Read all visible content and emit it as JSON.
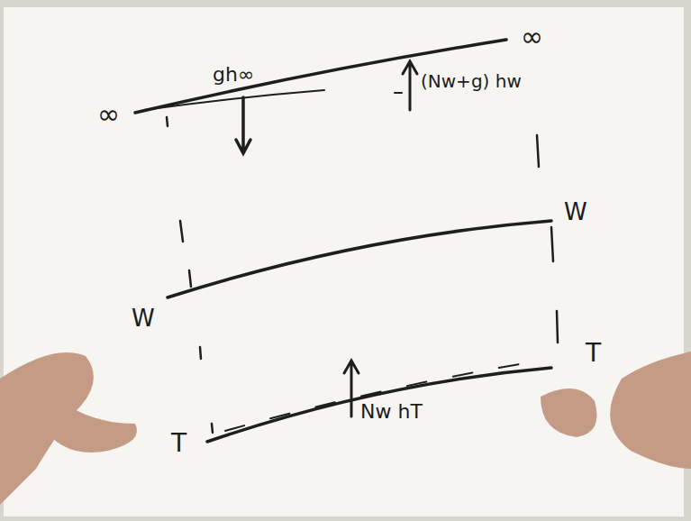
{
  "diagram": {
    "labels": [
      "∞",
      "gh∞",
      "(Nw+g) hw",
      "∞",
      "W",
      "W",
      "T",
      "T",
      "Nw hT"
    ]
  }
}
